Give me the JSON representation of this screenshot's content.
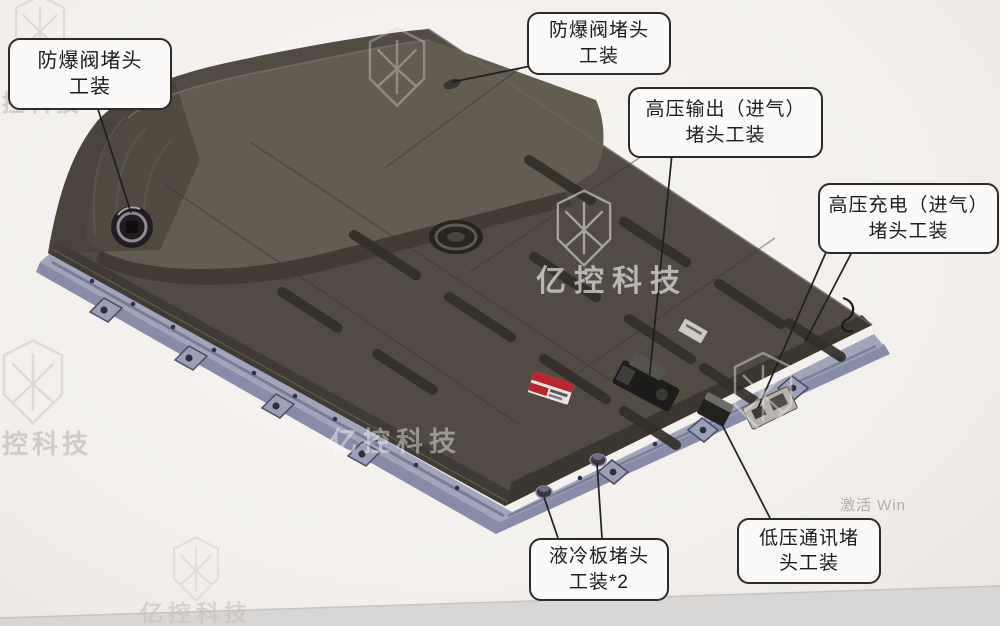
{
  "callouts": [
    {
      "id": "explosion-valve-plug-left",
      "line1": "防爆阀堵头",
      "line2": "工装"
    },
    {
      "id": "explosion-valve-plug-top",
      "line1": "防爆阀堵头",
      "line2": "工装"
    },
    {
      "id": "hv-output-plug",
      "line1": "高压输出（进气）",
      "line2": "堵头工装"
    },
    {
      "id": "hv-charging-plug",
      "line1": "高压充电（进气）",
      "line2": "堵头工装"
    },
    {
      "id": "liquid-cooling-plug",
      "line1": "液冷板堵头",
      "line2": "工装*2"
    },
    {
      "id": "lv-comm-plug",
      "line1": "低压通讯堵",
      "line2": "头工装"
    }
  ],
  "watermarks": {
    "brand": "亿控科技",
    "brand_partial": "控科技",
    "activate_hint": "激活 Win"
  },
  "colors": {
    "background": "#f2efec",
    "cover": "#514b43",
    "cover_light": "#635c50",
    "cover_dark": "#3b362f",
    "tray": "#9ba0b8",
    "tray_dark": "#7d81a0",
    "label_bg": "#fbfaf8",
    "label_border": "#2b2b2b",
    "label_text": "#1d1d1d",
    "leader": "#1f1f1f",
    "sticker_red": "#bc2430",
    "desk_edge": "#d9d7d5"
  }
}
